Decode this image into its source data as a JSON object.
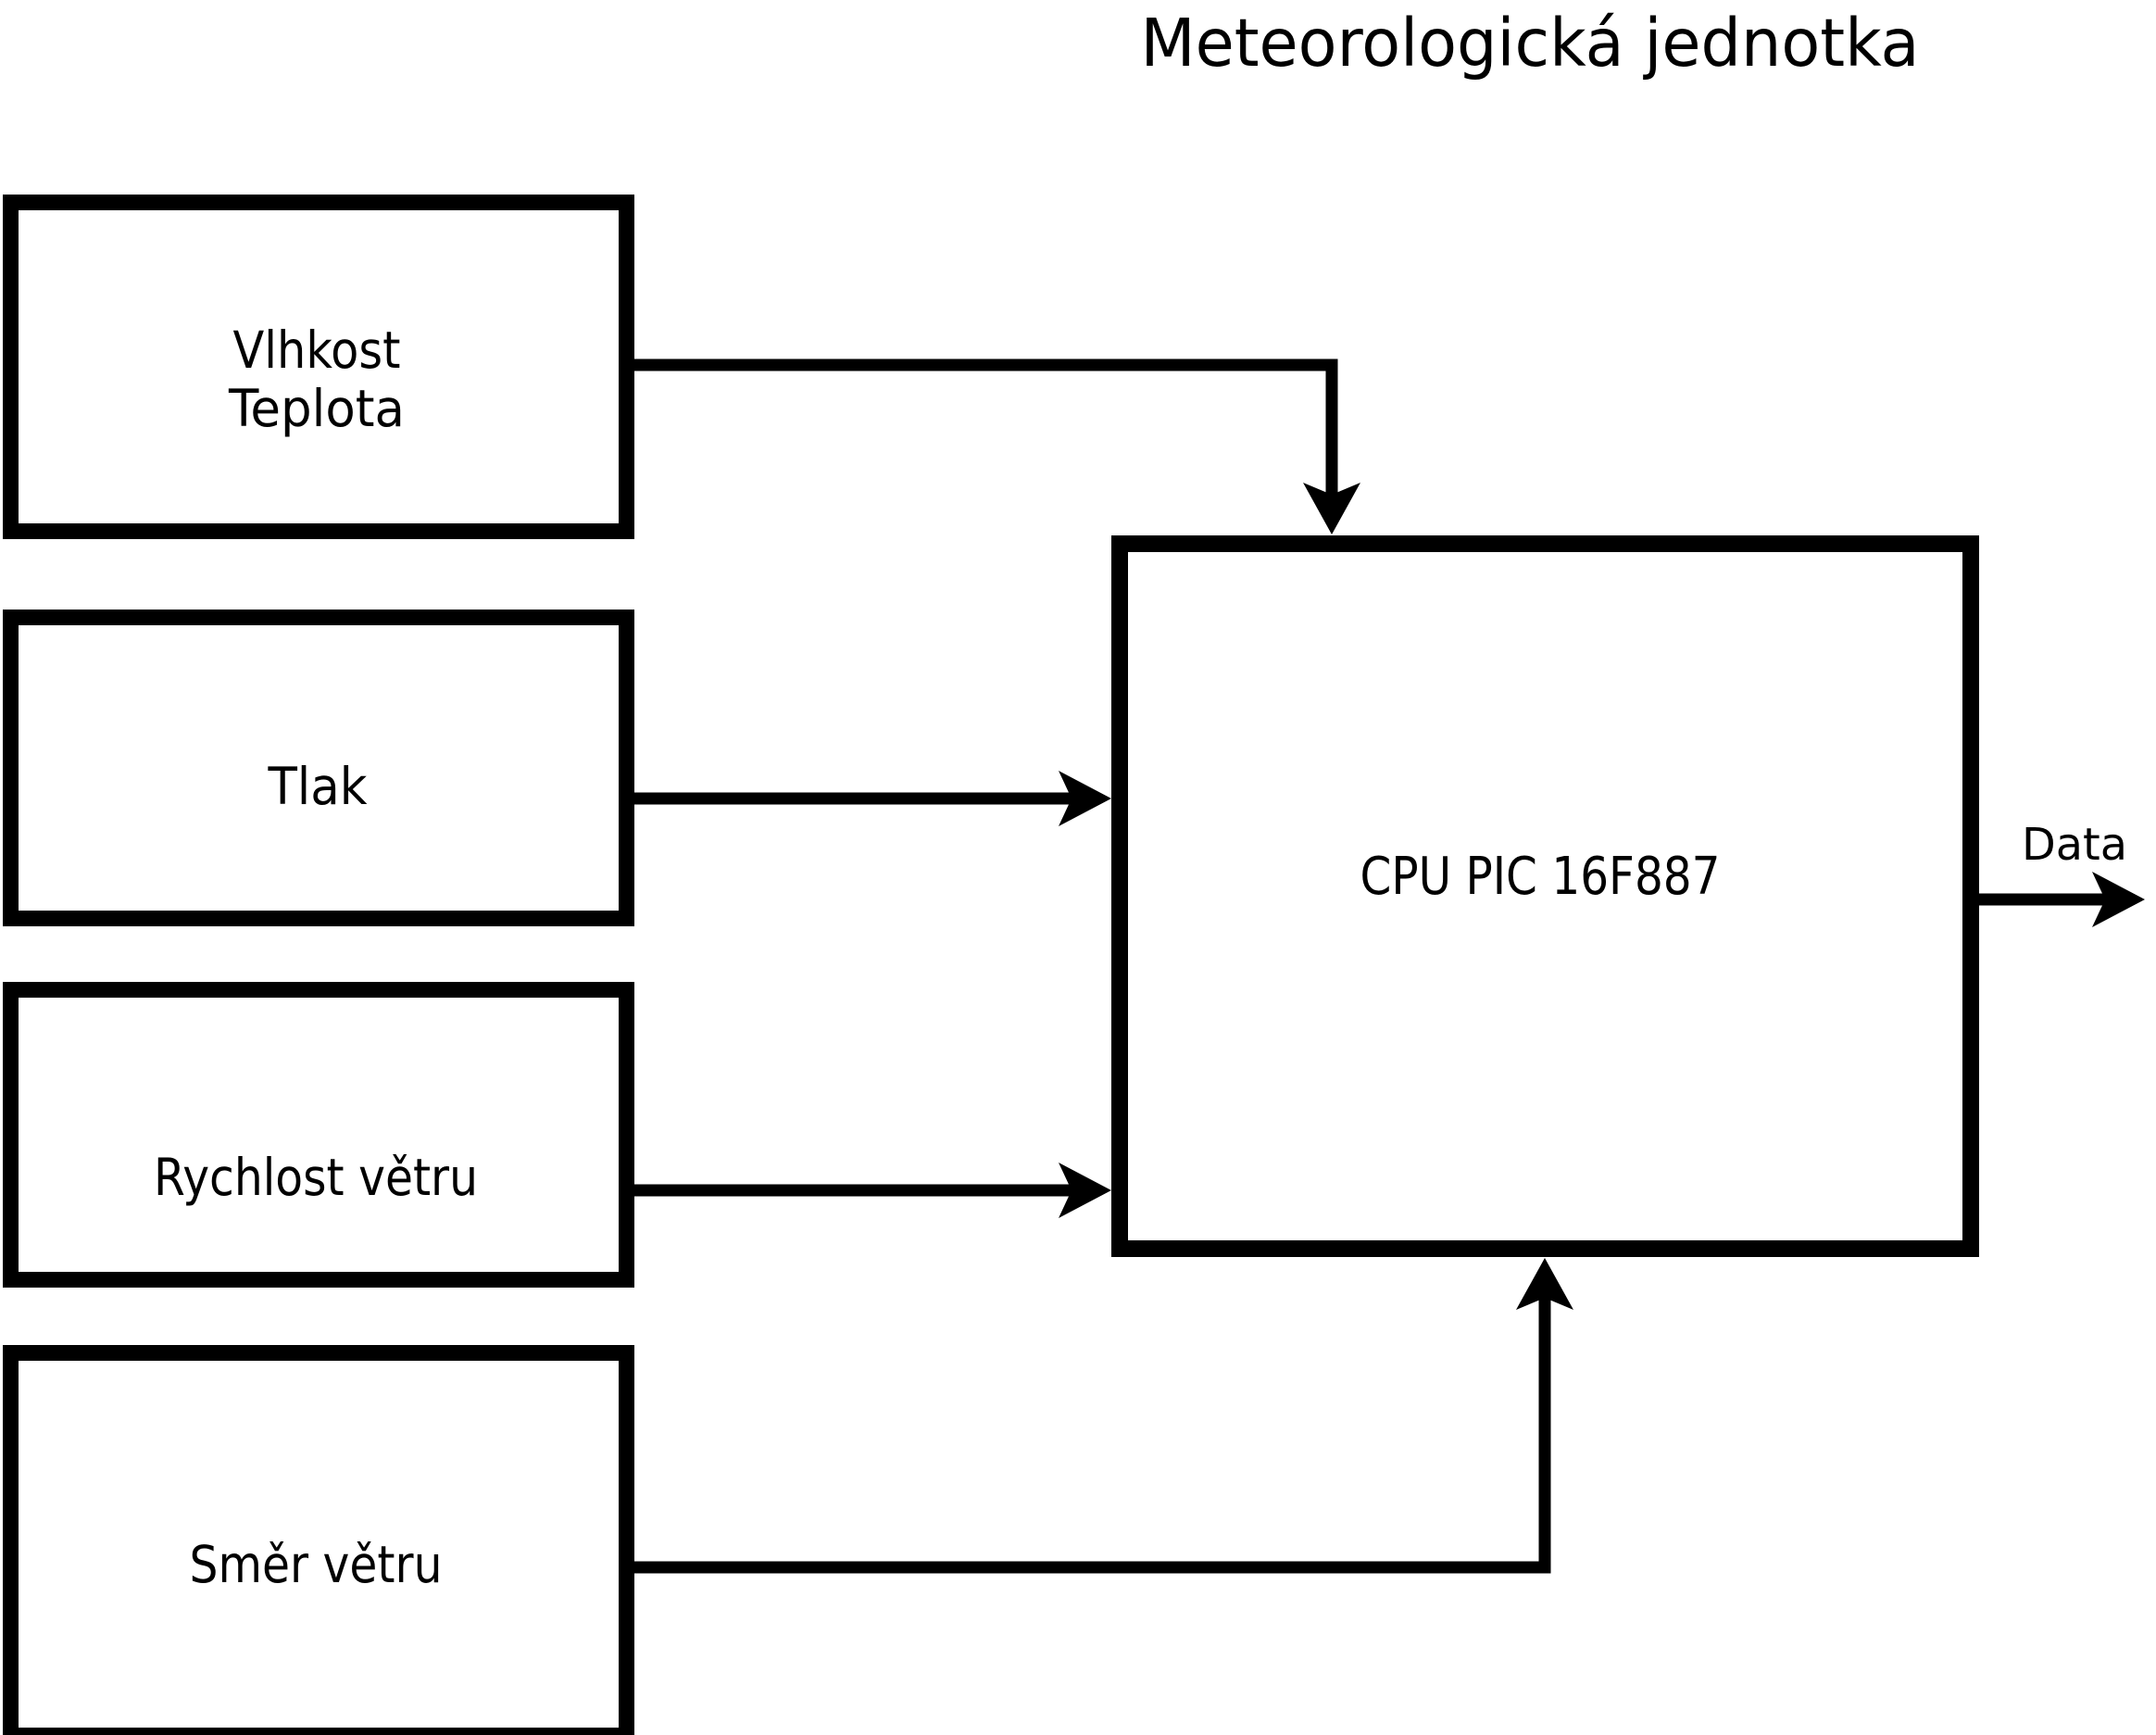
{
  "title": "Meteorologická jednotka",
  "boxes": {
    "humidity_temperature": {
      "line1": "Vlhkost",
      "line2": "Teplota"
    },
    "pressure": {
      "label": "Tlak"
    },
    "wind_speed": {
      "label": "Rychlost větru"
    },
    "wind_direction": {
      "label": "Směr větru"
    }
  },
  "cpu": {
    "label": "CPU PIC 16F887"
  },
  "output": {
    "label": "Data"
  },
  "colors": {
    "line": "#000000",
    "background": "#ffffff"
  }
}
